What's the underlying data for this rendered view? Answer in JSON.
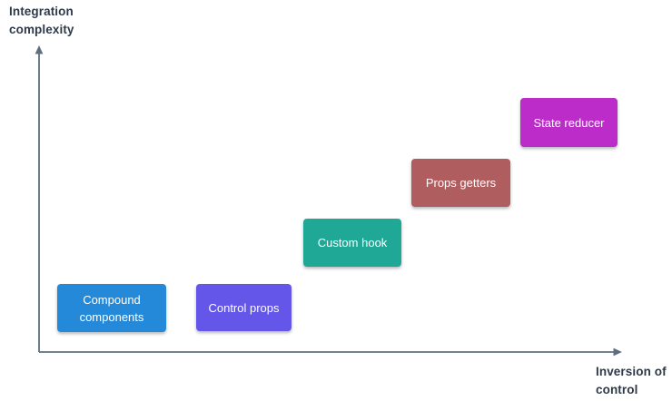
{
  "chart_data": {
    "type": "scatter",
    "title": "",
    "xlabel": "Inversion of control",
    "ylabel": "Integration complexity",
    "grid": false,
    "legend": false,
    "description": "Conceptual quadrant chart of React component patterns; both axes unlabeled numerically, items rise stair-step from low/low to high/high",
    "items": [
      {
        "label": "Compound components",
        "x": 1,
        "y": 1,
        "color": "#2489d9"
      },
      {
        "label": "Control props",
        "x": 2,
        "y": 1,
        "color": "#6356e9"
      },
      {
        "label": "Custom hook",
        "x": 3,
        "y": 2,
        "color": "#1fa895"
      },
      {
        "label": "Props getters",
        "x": 4,
        "y": 3,
        "color": "#b05d60"
      },
      {
        "label": "State reducer",
        "x": 5,
        "y": 4,
        "color": "#bb2cc9"
      }
    ]
  },
  "axes": {
    "y_label": "Integration complexity",
    "x_label": "Inversion of control"
  },
  "colors": {
    "background": "#ffffff",
    "axis": "#5f6e7e",
    "axis_label_text": "#2e3a48",
    "node_text": "#ffffff"
  }
}
